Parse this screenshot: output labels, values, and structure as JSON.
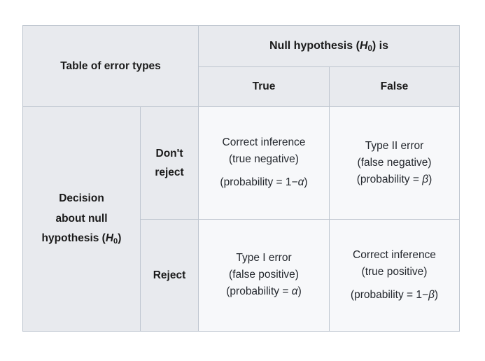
{
  "table": {
    "corner_label": "Table of error types",
    "column_group_header": {
      "text_before": "Null hypothesis (",
      "symbol": "H",
      "symbol_sub": "0",
      "text_after": ") is",
      "full_text": "Null hypothesis (H0) is"
    },
    "column_headers": [
      "True",
      "False"
    ],
    "row_group_header": {
      "line1": "Decision",
      "line2": "about null",
      "line3_before": "hypothesis (",
      "line3_symbol": "H",
      "line3_symbol_sub": "0",
      "line3_after": ")",
      "full_text": "Decision about null hypothesis (H0)"
    },
    "row_headers": [
      {
        "line1": "Don't",
        "line2": "reject",
        "full_text": "Don't reject"
      },
      {
        "line1": "Reject",
        "line2": "",
        "full_text": "Reject"
      }
    ],
    "cells": [
      {
        "row": "Don't reject",
        "column": "True",
        "line1": "Correct inference",
        "line2": "(true negative)",
        "line3_before": "(probability = 1−",
        "line3_symbol": "α",
        "line3_after": ")",
        "full_text": "Correct inference (true negative) (probability = 1−α)"
      },
      {
        "row": "Don't reject",
        "column": "False",
        "line1": "Type II error",
        "line2": "(false negative)",
        "line3_before": "(probability = ",
        "line3_symbol": "β",
        "line3_after": ")",
        "full_text": "Type II error (false negative) (probability = β)"
      },
      {
        "row": "Reject",
        "column": "True",
        "line1": "Type I error",
        "line2": "(false positive)",
        "line3_before": "(probability = ",
        "line3_symbol": "α",
        "line3_after": ")",
        "full_text": "Type I error (false positive) (probability = α)"
      },
      {
        "row": "Reject",
        "column": "False",
        "line1": "Correct inference",
        "line2": "(true positive)",
        "line3_before": "(probability = 1−",
        "line3_symbol": "β",
        "line3_after": ")",
        "full_text": "Correct inference (true positive) (probability = 1−β)"
      }
    ],
    "colors": {
      "header_background": "#e8eaee",
      "data_background": "#f7f8fa",
      "border": "#bfc6d0",
      "text": "#1a1a1a",
      "page_background": "#ffffff"
    }
  }
}
